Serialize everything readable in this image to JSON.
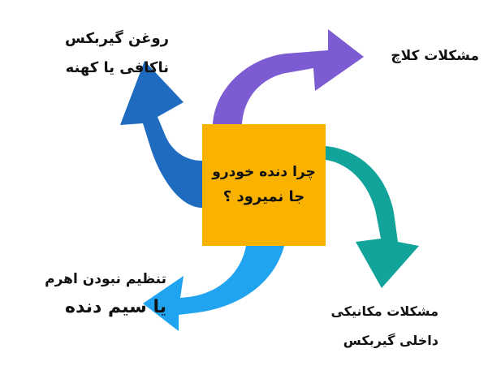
{
  "center": {
    "line1": "چرا دنده خودرو",
    "line2": "جا نمیرود ؟"
  },
  "labels": {
    "top_left": [
      "روغن گیربکس",
      "ناکافی یا کهنه"
    ],
    "top_right": [
      "مشکلات کلاچ"
    ],
    "bottom_left": [
      "تنظیم نبودن اهرم",
      "یا سیم دنده"
    ],
    "bottom_right": [
      "مشکلات مکانیکی",
      "داخلی گیربکس"
    ]
  },
  "colors": {
    "center_box": "#f9b200",
    "arrow_top_left": "#1e6bbf",
    "arrow_top_right": "#7d5bd3",
    "arrow_bottom_right": "#12a39a",
    "arrow_bottom_left": "#20a4f0",
    "text": "#111111"
  }
}
